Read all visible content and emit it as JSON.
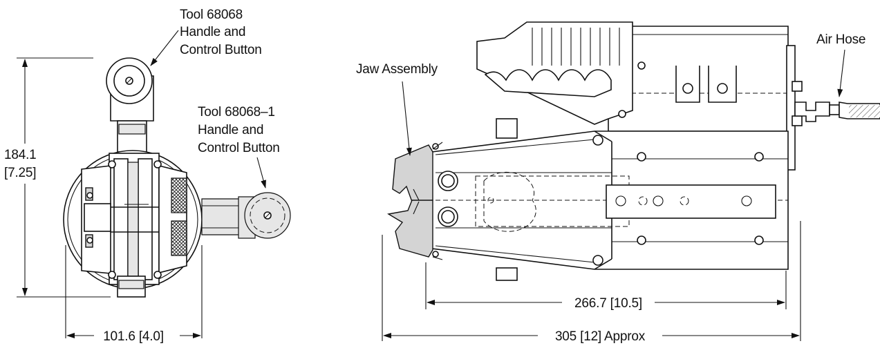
{
  "labels": {
    "tool1_line1": "Tool 68068",
    "tool1_line2": "Handle and",
    "tool1_line3": "Control Button",
    "tool2_line1": "Tool 68068–1",
    "tool2_line2": "Handle and",
    "tool2_line3": "Control Button",
    "jaw": "Jaw Assembly",
    "air": "Air Hose"
  },
  "dimensions": {
    "height_mm": "184.1",
    "height_in": "[7.25]",
    "width": "101.6 [4.0]",
    "body_length": "266.7 [10.5]",
    "overall_length": "305 [12] Approx"
  }
}
